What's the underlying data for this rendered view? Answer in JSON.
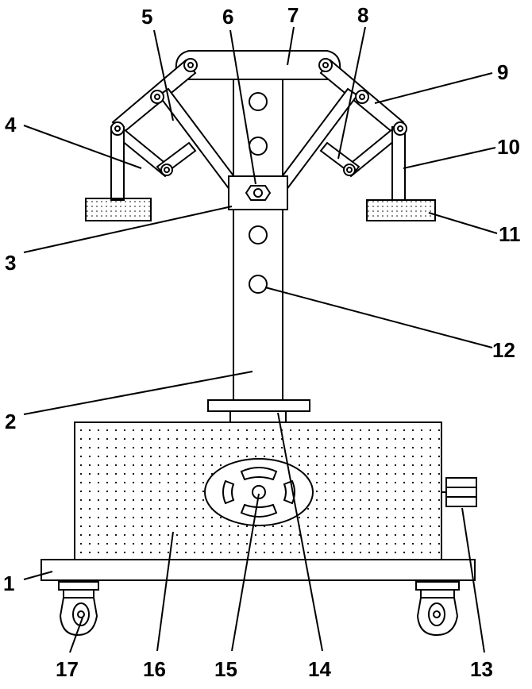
{
  "figure": {
    "labels": {
      "l1": "1",
      "l2": "2",
      "l3": "3",
      "l4": "4",
      "l5": "5",
      "l6": "6",
      "l7": "7",
      "l8": "8",
      "l9": "9",
      "l10": "10",
      "l11": "11",
      "l12": "12",
      "l13": "13",
      "l14": "14",
      "l15": "15",
      "l16": "16",
      "l17": "17"
    }
  }
}
